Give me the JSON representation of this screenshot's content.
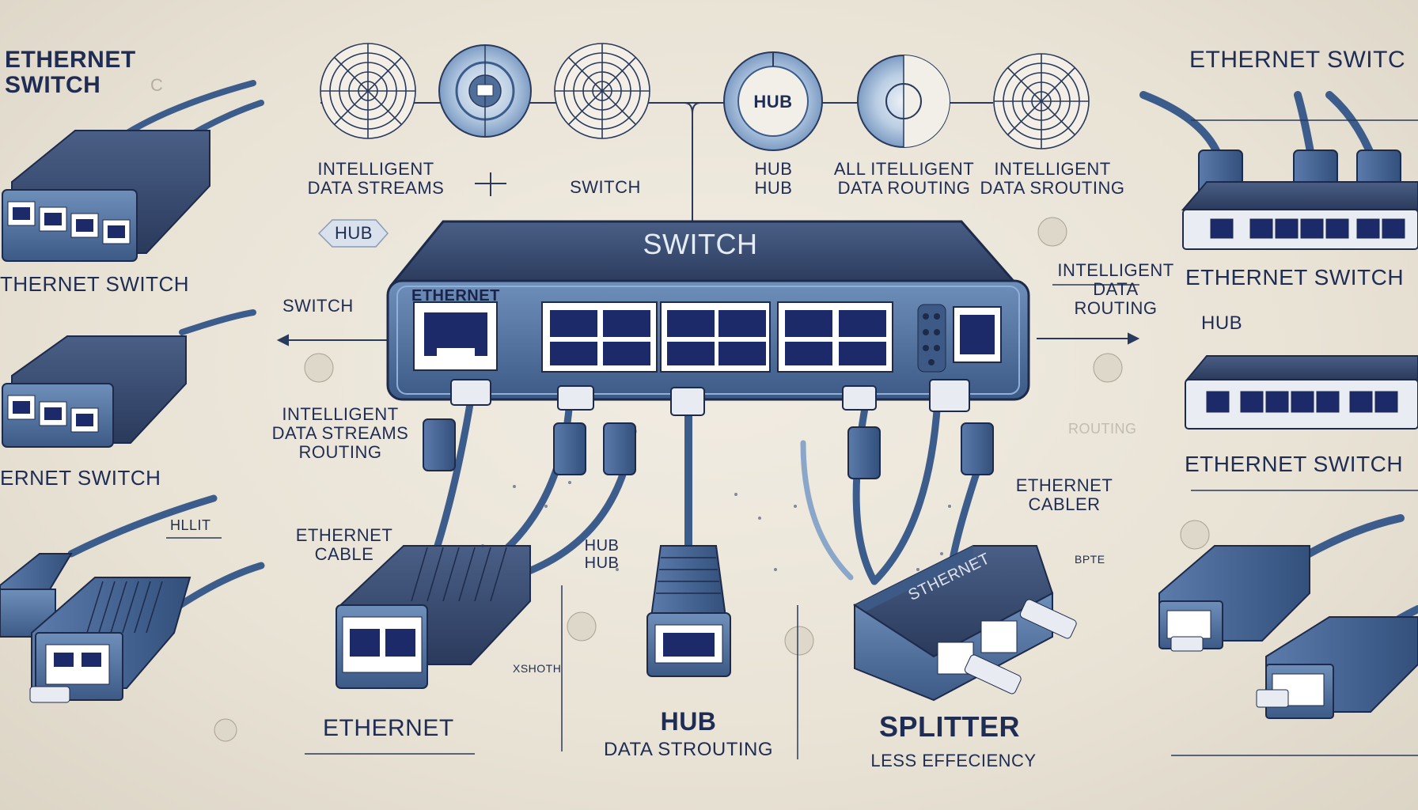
{
  "colors": {
    "background": "#ece6da",
    "device_body": "#4f6f9a",
    "device_dark": "#2a3b5e",
    "port": "#ffffff",
    "port_inner": "#1d2a6a",
    "text": "#1f2d55"
  },
  "left_column": {
    "title": "ETHERNET\nSWITCH",
    "title_suffix": "C",
    "device1_label": "THERNET SWITCH",
    "device2_label": "ERNET SWITCH",
    "small_label": "HLLIT"
  },
  "right_column": {
    "title": "ETHERNET SWITC",
    "device1_label": "ETHERNET SWITCH",
    "hub_label": "HUB",
    "device2_label": "ETHERNET SWITCH",
    "faded_label": "ROUTING",
    "small_label": "BPTE"
  },
  "top_icons": [
    {
      "id": "radar-1",
      "caption": "INTELLIGENT\nDATA STREAMS"
    },
    {
      "id": "filled-1",
      "caption": ""
    },
    {
      "id": "radar-2",
      "caption": "SWITCH"
    },
    {
      "id": "hub-circle",
      "inner": "HUB",
      "caption": "HUB\nHUB"
    },
    {
      "id": "filled-2",
      "caption": "ALL ITELLIGENT\nDATA ROUTING"
    },
    {
      "id": "radar-3",
      "caption": "INTELLIGENT\nDATA SROUTING"
    }
  ],
  "switch": {
    "top_label": "SWITCH",
    "panel_label": "ETHERNET"
  },
  "side_labels": {
    "hub_pill": "HUB",
    "switch_left": "SWITCH",
    "routing_right": "INTELLIGENT\nDATA\nROUTING",
    "intelligent_left": "INTELLIGENT\nDATA STREAMS\nROUTING",
    "ethernet_cable": "ETHERNET\nCABLE",
    "ethernet_cabler": "ETHERNET\nCABLER",
    "hub_mid": "HUB\nHUB",
    "shoth": "XSHOTH"
  },
  "bottom_labels": {
    "ethernet": "ETHERNET",
    "hub_title": "HUB",
    "hub_sub": "DATA STROUTING",
    "splitter_title": "SPLITTER",
    "splitter_sub": "LESS EFFECIENCY"
  },
  "splitter_device_text": "STHERNET"
}
